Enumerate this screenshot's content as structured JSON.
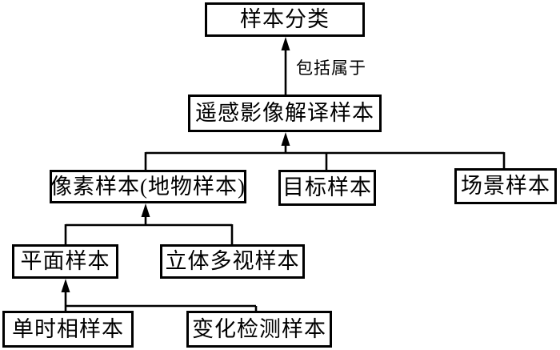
{
  "diagram": {
    "background_color": "#ffffff",
    "line_color": "#000000",
    "nodes": {
      "sample_classification": {
        "label": "样本分类"
      },
      "rs_interpretation_sample": {
        "label": "遥感影像解译样本"
      },
      "pixel_sample": {
        "label": "像素样本(地物样本)"
      },
      "target_sample": {
        "label": "目标样本"
      },
      "scene_sample": {
        "label": "场景样本"
      },
      "planar_sample": {
        "label": "平面样本"
      },
      "stereo_multiview_sample": {
        "label": "立体多视样本"
      },
      "single_temporal_sample": {
        "label": "单时相样本"
      },
      "change_detection_sample": {
        "label": "变化检测样本"
      }
    },
    "edge_labels": {
      "includes_belongs_to": "包括属于"
    }
  }
}
